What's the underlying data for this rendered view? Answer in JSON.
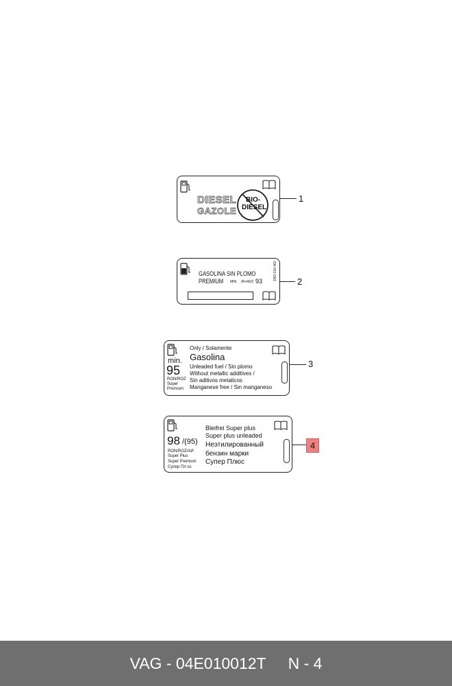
{
  "label1": {
    "line1": "DIESEL",
    "line2": "GAZOLE",
    "badge_line1": "BIO-",
    "badge_line2": "DIESEL",
    "callout": "1"
  },
  "label2": {
    "line1": "GASOLINA SIN PLOMO",
    "line2": "PREMIUM",
    "min_text": "MIN.",
    "rm_text": "(R+M)/2",
    "octane": "93",
    "side_code": "1HO 010 462",
    "callout": "2"
  },
  "label3": {
    "min": "min.",
    "octane": "95",
    "ron": "RON/ROZ",
    "super": "Super",
    "premium": "Premium",
    "line1": "Only / Solamente",
    "title": "Gasolina",
    "line2": "Unleaded fuel / Sin plomo",
    "line3": "Without metallic additives /",
    "line4": "Sin aditivos metalicos",
    "line5": "Manganese free / Sin manganeso",
    "callout": "3"
  },
  "label4": {
    "octane_main": "98",
    "octane_alt": "/(95)",
    "ron": "RON/ROZ/АИ",
    "super_plus": "Super Plus",
    "super_premium": "Super Premium",
    "super_ru": "Супер  Пл ос",
    "line1": "Bleifrei Super plus",
    "line2": "Super plus unleaded",
    "line3": "Неэтилированный",
    "line4": "бензин марки",
    "line5": "Супер Плюс",
    "callout": "4",
    "callout_color": "#f08080"
  },
  "footer": {
    "part": "VAG - 04E010012T",
    "ref": "N - 4"
  }
}
